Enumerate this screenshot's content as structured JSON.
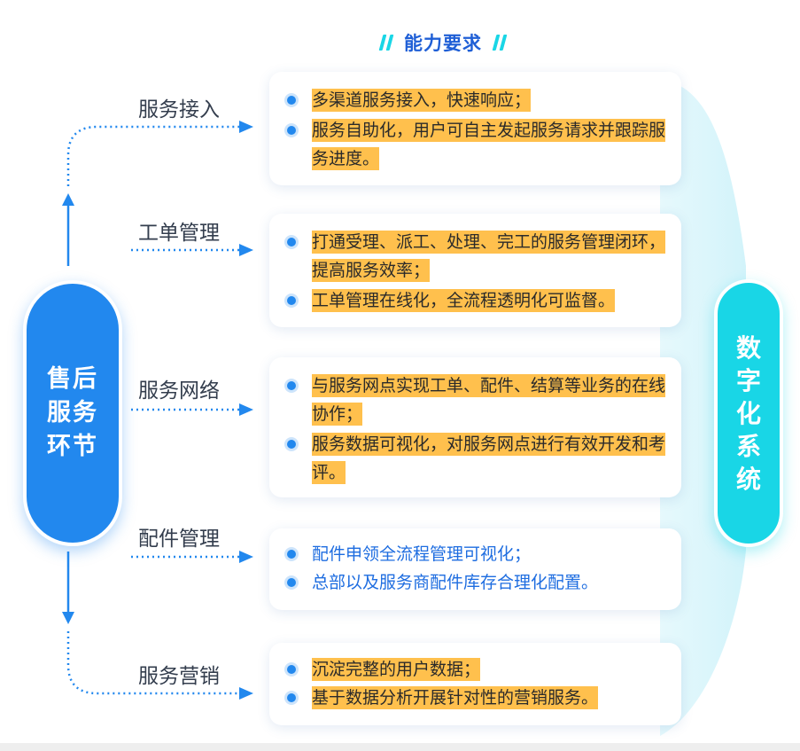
{
  "header": {
    "title": "能力要求"
  },
  "left_pill": {
    "lines": [
      "售后",
      "服务",
      "环节"
    ]
  },
  "right_pill": {
    "chars": [
      "数",
      "字",
      "化",
      "系",
      "统"
    ]
  },
  "steps": [
    {
      "label": "服务接入",
      "items": [
        "多渠道服务接入，快速响应；",
        "服务自助化，用户可自主发起服务请求并跟踪服务进度。"
      ],
      "highlighted": true
    },
    {
      "label": "工单管理",
      "items": [
        "打通受理、派工、处理、完工的服务管理闭环，提高服务效率；",
        "工单管理在线化，全流程透明化可监督。"
      ],
      "highlighted": true
    },
    {
      "label": "服务网络",
      "items": [
        "与服务网点实现工单、配件、结算等业务的在线协作；",
        "服务数据可视化，对服务网点进行有效开发和考评。"
      ],
      "highlighted": true
    },
    {
      "label": "配件管理",
      "items": [
        "配件申领全流程管理可视化；",
        "总部以及服务商配件库存合理化配置。"
      ],
      "highlighted": false
    },
    {
      "label": "服务营销",
      "items": [
        "沉淀完整的用户数据；",
        "基于数据分析开展针对性的营销服务。"
      ],
      "highlighted": true
    }
  ],
  "colors": {
    "primary_blue": "#2288ee",
    "cyan": "#19d6e6",
    "highlight": "#ffc04d",
    "plain_text_blue": "#1e6de0"
  }
}
